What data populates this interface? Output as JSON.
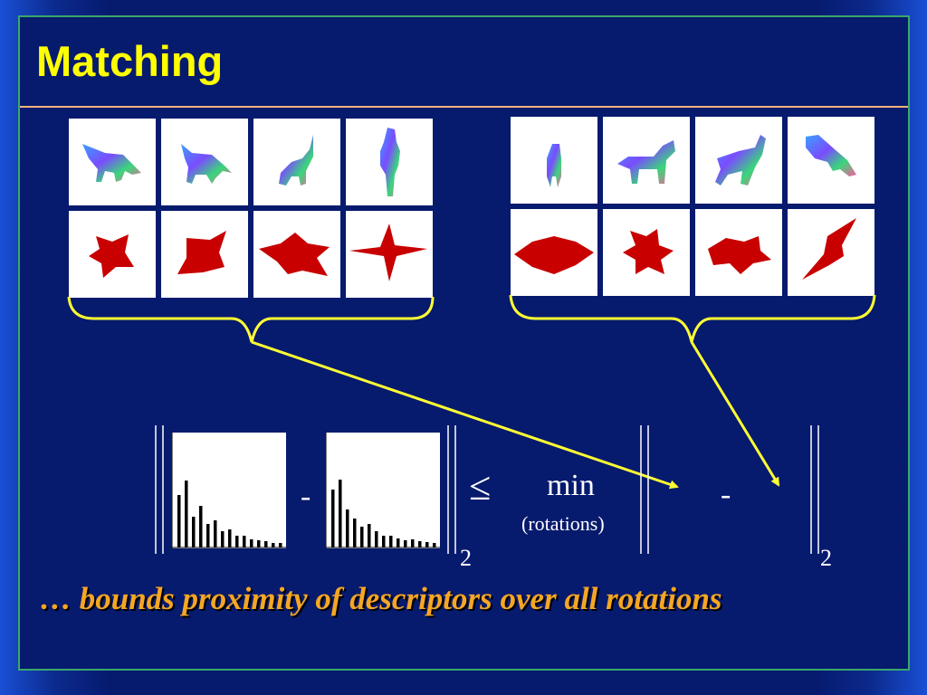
{
  "slide": {
    "title": "Matching",
    "caption": "… bounds proximity of descriptors over all rotations"
  },
  "colors": {
    "background": "#061a6e",
    "title": "#ffff00",
    "caption": "#f5a623",
    "brace": "#ffff33",
    "frame": "#3aa86b",
    "rule": "#f2b27c",
    "model_red": "#c80000"
  },
  "left_group": {
    "top_row": [
      "triceratops-view-1",
      "triceratops-view-2",
      "triceratops-view-3",
      "triceratops-view-4"
    ],
    "bottom_row": [
      "descriptor-blob-1",
      "descriptor-blob-2",
      "descriptor-blob-3",
      "descriptor-blob-4"
    ]
  },
  "right_group": {
    "top_row": [
      "dog-view-1",
      "dog-view-2",
      "dog-view-3",
      "dog-view-4"
    ],
    "bottom_row": [
      "descriptor-blob-5",
      "descriptor-blob-6",
      "descriptor-blob-7",
      "descriptor-blob-8"
    ]
  },
  "histograms": {
    "first": [
      0.58,
      0.74,
      0.34,
      0.46,
      0.26,
      0.3,
      0.18,
      0.2,
      0.13,
      0.13,
      0.09,
      0.08,
      0.07,
      0.05,
      0.05
    ],
    "second": [
      0.64,
      0.75,
      0.42,
      0.32,
      0.23,
      0.26,
      0.18,
      0.13,
      0.13,
      0.1,
      0.08,
      0.09,
      0.07,
      0.06,
      0.05
    ]
  },
  "formula": {
    "minus_1": "-",
    "subscript_left": "2",
    "leq": "≤",
    "min": "min",
    "min_sub": "(rotations)",
    "minus_2": "-",
    "subscript_right": "2"
  }
}
